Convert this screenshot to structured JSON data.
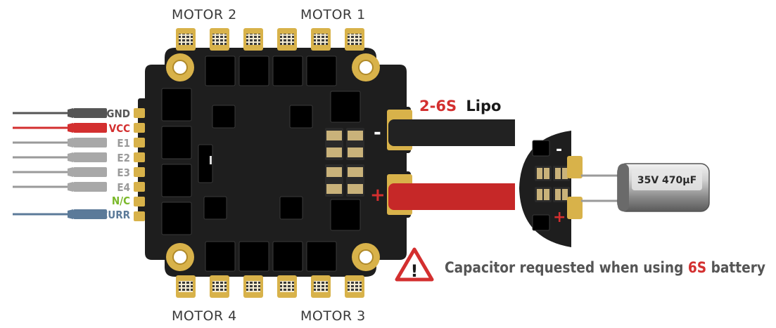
{
  "motors": {
    "motor1": "MOTOR 1",
    "motor2": "MOTOR 2",
    "motor3": "MOTOR 3",
    "motor4": "MOTOR 4"
  },
  "wires": [
    {
      "label": "GND",
      "color": "#555555"
    },
    {
      "label": "VCC",
      "color": "#d32f2f"
    },
    {
      "label": "E1",
      "color": "#a8a8a8"
    },
    {
      "label": "E2",
      "color": "#a8a8a8"
    },
    {
      "label": "E3",
      "color": "#a8a8a8"
    },
    {
      "label": "E4",
      "color": "#a8a8a8"
    },
    {
      "label": "N/C",
      "color": "#7ab829"
    },
    {
      "label": "CURR",
      "color": "#5b7a99"
    }
  ],
  "battery": {
    "cells": "2-6S",
    "type": "Lipo",
    "neg_symbol": "-",
    "pos_symbol": "+"
  },
  "capacitor": {
    "label": "35V 470μF",
    "neg_symbol": "-",
    "pos_symbol": "+"
  },
  "warning": {
    "prefix": "Capacitor requested when using ",
    "highlight": "6S",
    "suffix": " battery",
    "symbol": "!"
  },
  "colors": {
    "board": "#1e1e1e",
    "pad": "#d8b24a",
    "red": "#d32f2f",
    "black_wire": "#222222",
    "red_wire": "#c62828"
  }
}
